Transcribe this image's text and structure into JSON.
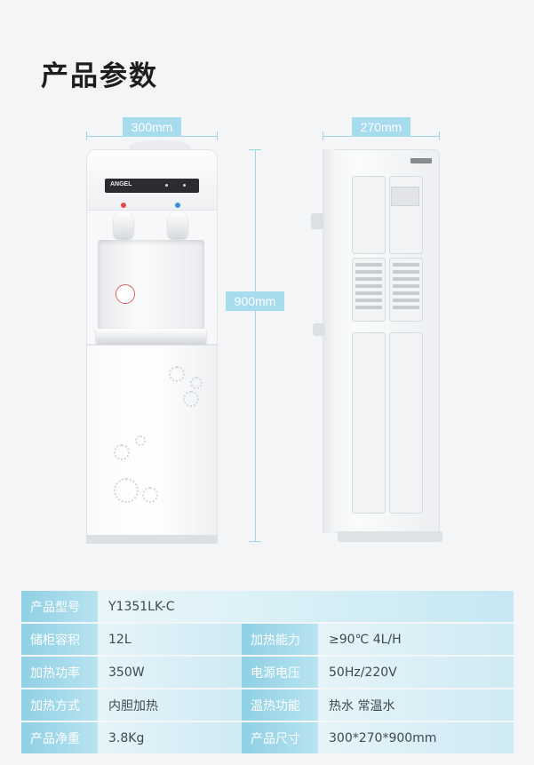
{
  "page_title": "产品参数",
  "dimensions": {
    "width_front": "300mm",
    "width_side": "270mm",
    "height": "900mm"
  },
  "product": {
    "brand_on_panel": "ANGEL",
    "front_icon": "water-dispenser-front",
    "side_icon": "water-dispenser-side"
  },
  "specs": {
    "model_label": "产品型号",
    "model_value": "Y1351LK-C",
    "rows": [
      {
        "l1": "储柜容积",
        "v1": "12L",
        "l2": "加热能力",
        "v2": "≥90℃ 4L/H"
      },
      {
        "l1": "加热功率",
        "v1": "350W",
        "l2": "电源电压",
        "v2": "50Hz/220V"
      },
      {
        "l1": "加热方式",
        "v1": "内胆加热",
        "l2": "温热功能",
        "v2": "热水 常温水"
      },
      {
        "l1": "产品净重",
        "v1": "3.8Kg",
        "l2": "产品尺寸",
        "v2": "300*270*900mm"
      }
    ]
  },
  "colors": {
    "accent": "#a7dbee",
    "label_bg": "#8fd0e4",
    "value_bg": "#e6f4f9"
  }
}
